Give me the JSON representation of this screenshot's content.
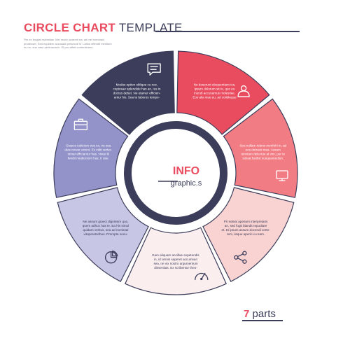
{
  "header": {
    "title_accent": "CIRCLE CHART",
    "title_rest": "TEMPLATE",
    "intro_text": "Per ex feugiat molestiae, Mei modo iuvarent ea, ad mei nominavi prodesset, Sed equidem accusata persecuti in. Latius offendit menitum eu no, duo case pertinacia te. Et pro affert contentiones."
  },
  "center": {
    "info_label": "INFO",
    "brand_label": "graphic.s"
  },
  "footer": {
    "count": "7",
    "parts_label": "parts"
  },
  "colors": {
    "navy": "#3b3d5a",
    "red": "#e94b5f",
    "salmon": "#f27c84",
    "pink": "#f9d2d2",
    "light_pink": "#fbeeef",
    "lavender": "#c7c6e4",
    "periwinkle": "#9392c9"
  },
  "segments": [
    {
      "color": "#e94b5f",
      "text_color": "#ffffff",
      "icon": "user-icon",
      "lines": [
        "Ne deserunt eloquentiam ius,",
        "ipsum dolorum sit te, quo eu",
        "mundi accusamus molestiae.",
        "Eos alia viae eu, ad cotidieque"
      ]
    },
    {
      "color": "#f27c84",
      "text_color": "#ffffff",
      "icon": "monitor-icon",
      "lines": [
        "Sea nullam ridens menfehi in, ad",
        "eos detracti mea. Assum",
        "omnium delectus at vim, per te",
        "soleat facilisi nusquamedion."
      ]
    },
    {
      "color": "#f9d2d2",
      "text_color": "#3b3d5a",
      "icon": "share-icon",
      "lines": [
        "Pri soleat aperiam interpretaris",
        "an, sed fugit blandit repudiare",
        "et. Ei ipsum assum docendi verte-",
        "rem, iisque aperiri cu eam."
      ]
    },
    {
      "color": "#fbeeef",
      "text_color": "#3b3d5a",
      "icon": "gauge-icon",
      "lines": [
        "Eam aliquam ancillae expetendis",
        "in, id omnis saperet accumsan",
        "sea, ne vix nostro argumentum",
        "dissentias. Ex scribentur theo-"
      ]
    },
    {
      "color": "#c7c6e4",
      "text_color": "#3b3d5a",
      "icon": "pie-chart-icon",
      "lines": [
        "Ne assum graeci dignissim quo,",
        "quem adhuc has te. Ea his simul",
        "quidam veritus, sea ad nominati",
        "vituperatoribus. Prompta nonu-"
      ]
    },
    {
      "color": "#9392c9",
      "text_color": "#ffffff",
      "icon": "briefcase-icon",
      "lines": [
        "Graeco iudicium eos ex, ne sea",
        "duis mover errent. Ex vidit verter-",
        "nimar efficiantur has, vivee ilt",
        "fendit mediocrem has, ir use."
      ]
    },
    {
      "color": "#3b3d5a",
      "text_color": "#ffffff",
      "icon": "chat-icon",
      "lines": [
        "Modus option oblique cu nec,",
        "copiosae splendide has an, Ius in",
        "doctus debet. Ne utamur efficien-",
        "antur his. Sea te labores tempo-"
      ]
    }
  ]
}
